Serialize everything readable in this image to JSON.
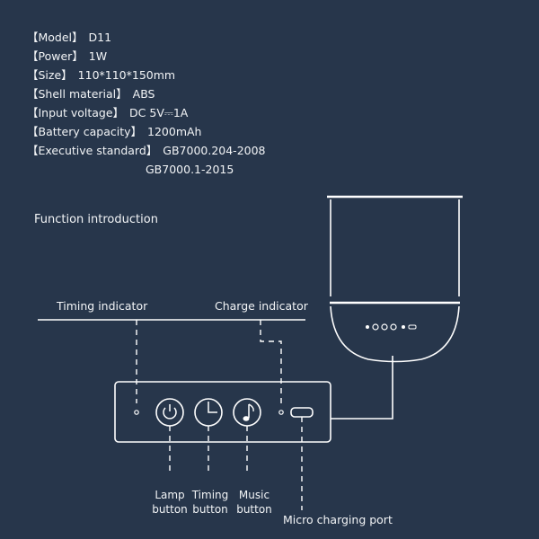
{
  "specs": [
    {
      "key": "【Model】",
      "value": "D11"
    },
    {
      "key": "【Power】",
      "value": "1W"
    },
    {
      "key": "【Size】",
      "value": "110*110*150mm"
    },
    {
      "key": "【Shell material】",
      "value": "ABS"
    },
    {
      "key": "【Input voltage】",
      "value": "DC 5V⎓1A"
    },
    {
      "key": "【Battery capacity】",
      "value": "1200mAh"
    },
    {
      "key": "【Executive standard】",
      "value": "GB7000.204-2008"
    }
  ],
  "spec_extra_line": "GB7000.1-2015",
  "section_title": "Function introduction",
  "labels": {
    "timing_indicator": "Timing indicator",
    "charge_indicator": "Charge indicator",
    "lamp_button_1": "Lamp",
    "lamp_button_2": "button",
    "timing_button_1": "Timing",
    "timing_button_2": "button",
    "music_button_1": "Music",
    "music_button_2": "button",
    "micro_port": "Micro charging port"
  },
  "icons": {
    "lamp": "power-icon",
    "timing": "timer-icon",
    "music": "music-note-icon"
  },
  "colors": {
    "background": "#27364b",
    "line": "#ffffff"
  }
}
